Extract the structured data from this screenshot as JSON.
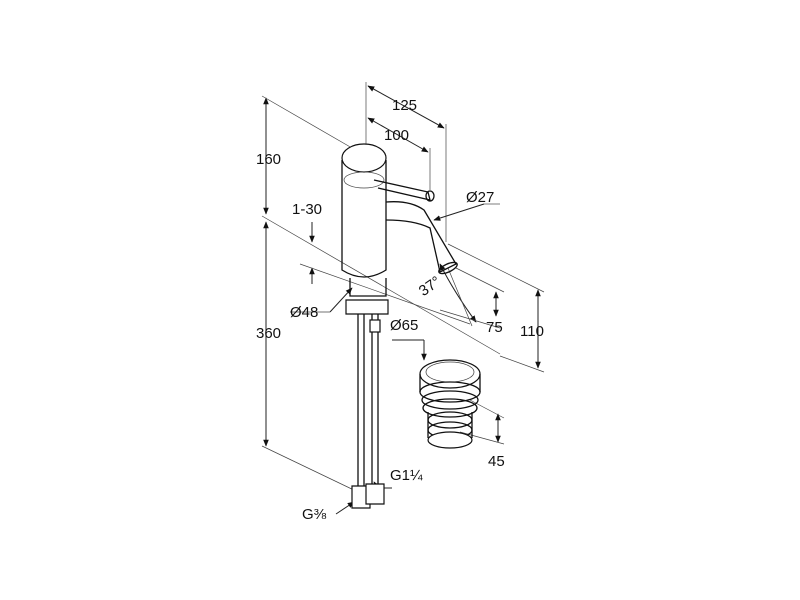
{
  "dimensions": {
    "d125": "125",
    "d100": "100",
    "d160": "160",
    "d130": "1-30",
    "d27": "Ø27",
    "d37": "37°",
    "d48": "Ø48",
    "d65": "Ø65",
    "d75": "75",
    "d110": "110",
    "d360": "360",
    "d45": "45",
    "g114": "G1¼",
    "g38": "G⅜"
  },
  "colors": {
    "line": "#222222",
    "background": "#ffffff"
  }
}
